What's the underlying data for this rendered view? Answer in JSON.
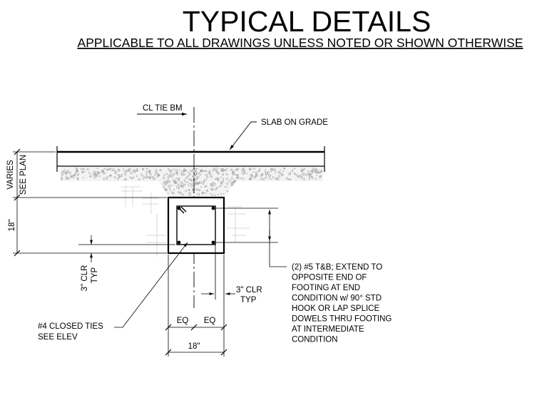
{
  "header": {
    "title": "TYPICAL DETAILS",
    "subtitle": "APPLICABLE TO ALL DRAWINGS UNLESS NOTED OR SHOWN OTHERWISE"
  },
  "labels": {
    "centerline": "CL TIE BM",
    "slab": "SLAB ON GRADE",
    "varies_1": "VARIES",
    "varies_2": "SEE PLAN",
    "depth": "18\"",
    "clear_left_1": "3\" CLR",
    "clear_left_2": "TYP",
    "clear_right_1": "3\" CLR",
    "clear_right_2": "TYP",
    "ties_1": "#4 CLOSED TIES",
    "ties_2": "SEE ELEV",
    "eq_left": "EQ",
    "eq_right": "EQ",
    "width": "18\"",
    "rebar_note": [
      "(2) #5 T&B; EXTEND TO",
      "OPPOSITE END OF",
      "FOOTING AT END",
      "CONDITION w/ 90° STD",
      "HOOK OR LAP SPLICE",
      "DOWELS THRU FOOTING",
      "AT INTERMEDIATE",
      "CONDITION"
    ]
  }
}
